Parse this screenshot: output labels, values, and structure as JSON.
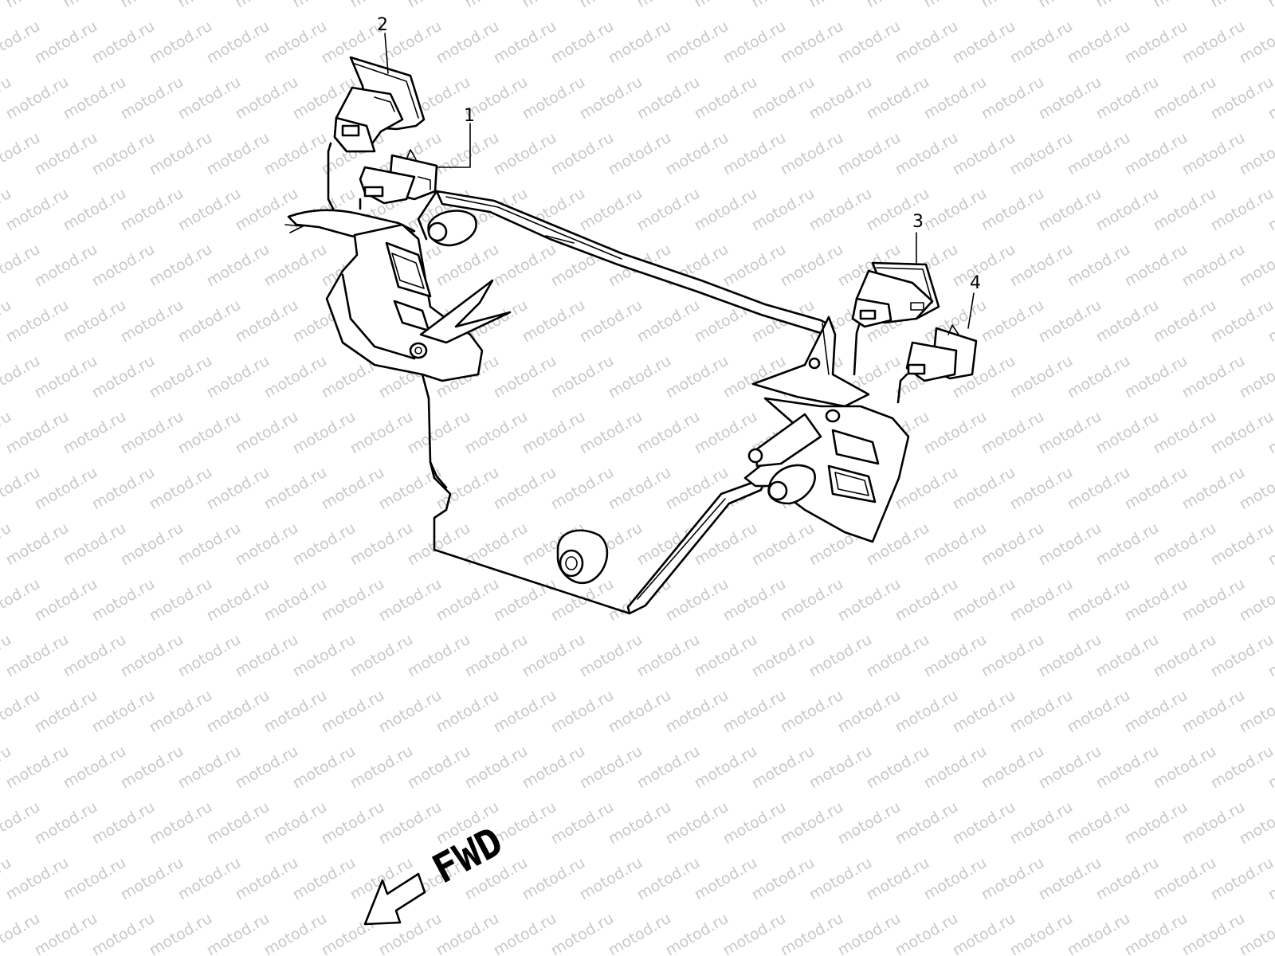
{
  "watermark": {
    "text": "motod.ru",
    "color": "#c8c8c8"
  },
  "parts": [
    {
      "number": "1",
      "icon": "small-plug-grommet-icon"
    },
    {
      "number": "2",
      "icon": "large-socket-grommet-icon"
    },
    {
      "number": "3",
      "icon": "large-socket-grommet-icon"
    },
    {
      "number": "4",
      "icon": "small-plug-grommet-icon"
    }
  ],
  "direction": {
    "label": "FWD",
    "icon": "forward-arrow-icon"
  }
}
